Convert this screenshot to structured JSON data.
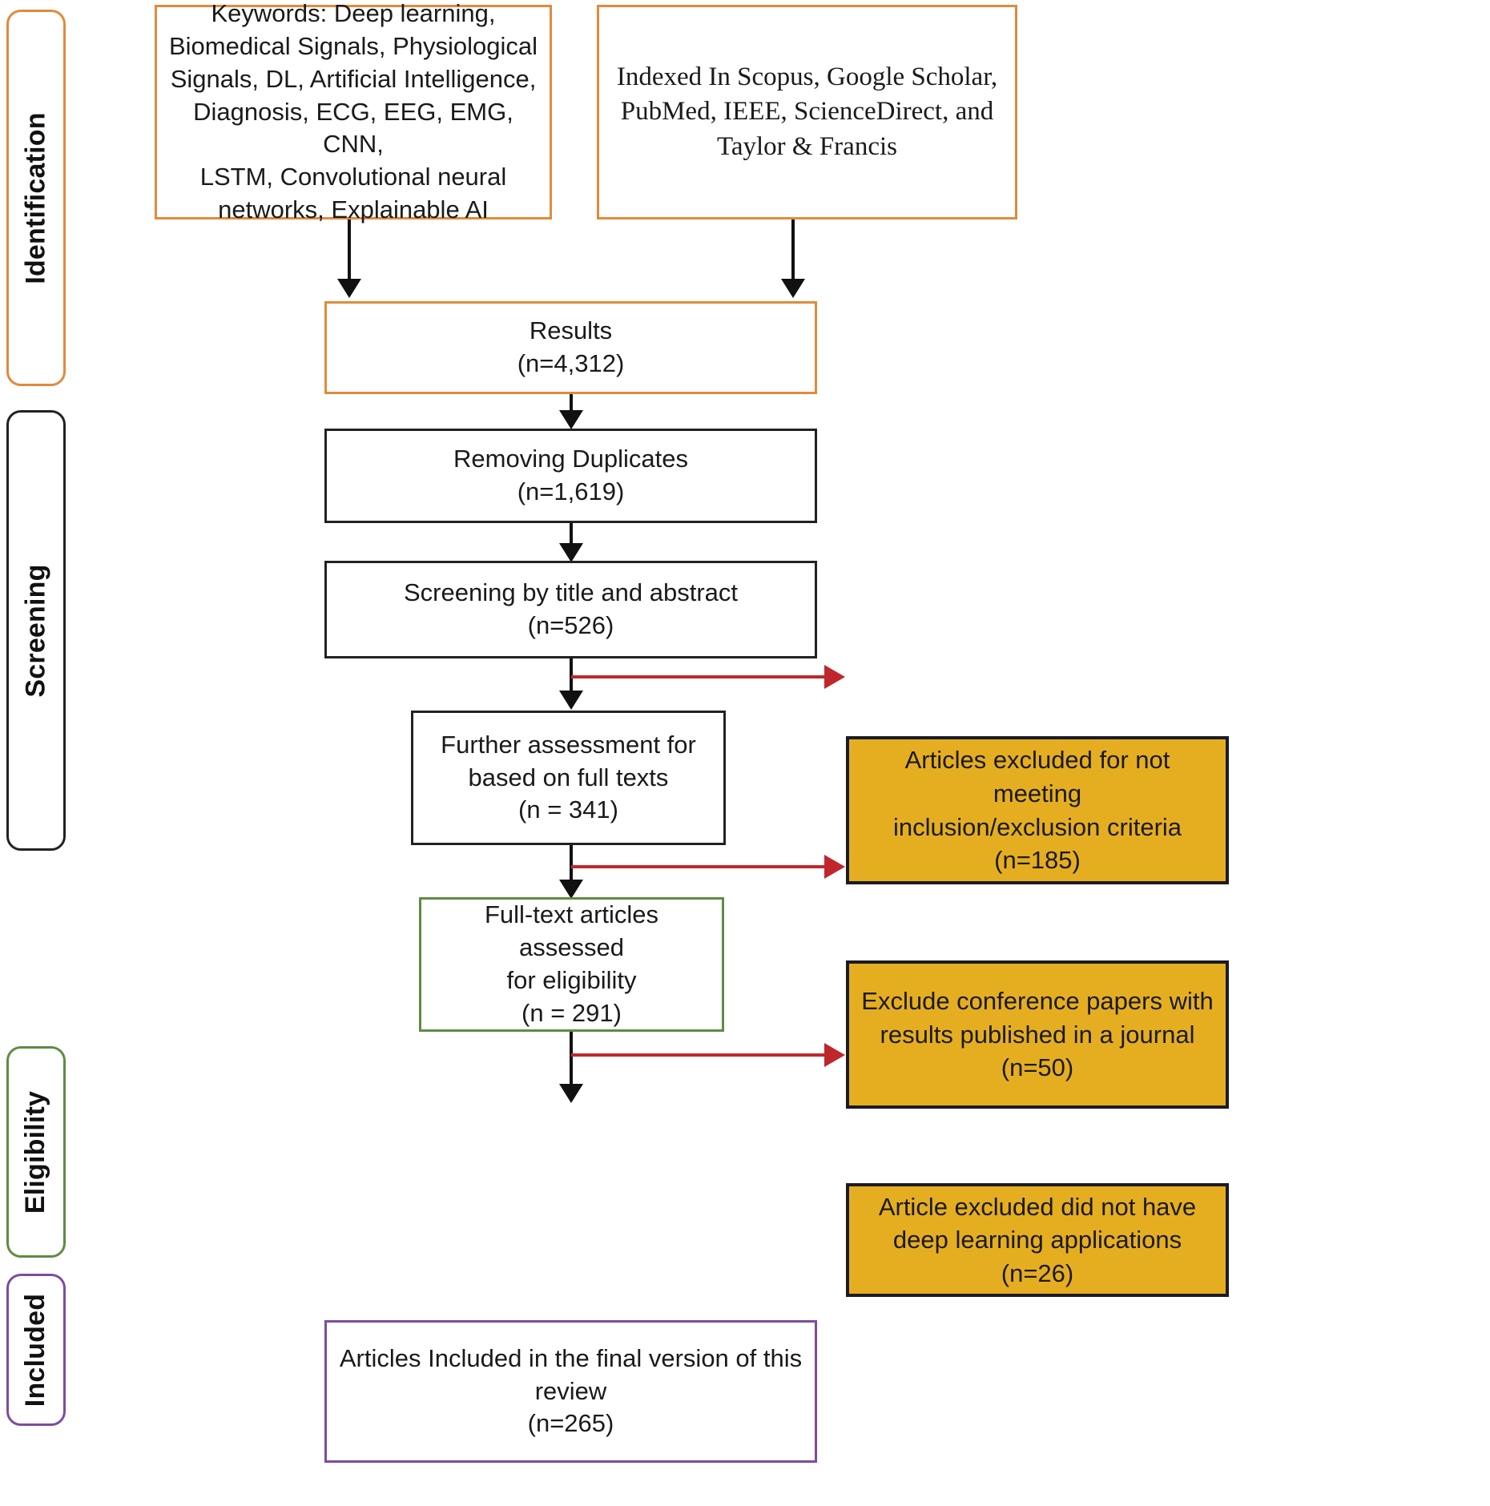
{
  "colors": {
    "identification_border": "#E08B3C",
    "screening_border": "#222222",
    "eligibility_border": "#5E8C43",
    "included_border": "#7C4D9E",
    "gold_fill": "#E5AE21",
    "gold_border": "#1b1b24",
    "red_arrow": "#C0272D",
    "black_arrow": "#111111"
  },
  "stages": [
    {
      "label": "Identification",
      "color": "#E08B3C"
    },
    {
      "label": "Screening",
      "color": "#222222"
    },
    {
      "label": "Eligibility",
      "color": "#5E8C43"
    },
    {
      "label": "Included",
      "color": "#7C4D9E"
    }
  ],
  "boxes": {
    "keywords": {
      "lines": [
        "Keywords: Deep learning,",
        "Biomedical Signals, Physiological",
        "Signals, DL, Artificial Intelligence,",
        "Diagnosis, ECG, EEG, EMG, CNN,",
        "LSTM, Convolutional neural",
        "networks, Explainable AI"
      ]
    },
    "databases": {
      "lines": [
        "Indexed In Scopus, Google Scholar,",
        "PubMed, IEEE, ScienceDirect, and",
        "Taylor & Francis"
      ]
    },
    "results": {
      "lines": [
        "Results",
        "(n=4,312)"
      ]
    },
    "duplicates": {
      "lines": [
        "Removing Duplicates",
        "(n=1,619)"
      ]
    },
    "screening_title_abstract": {
      "lines": [
        "Screening by title and abstract",
        "(n=526)"
      ]
    },
    "further_assessment": {
      "lines": [
        "Further assessment for",
        "based on full texts",
        "(n = 341)"
      ]
    },
    "fulltext_eligibility": {
      "lines": [
        "Full-text articles assessed",
        "for eligibility",
        "(n = 291)"
      ]
    },
    "included_final": {
      "lines": [
        "Articles Included in the final version of this",
        "review",
        "(n=265)"
      ]
    },
    "excluded_criteria": {
      "lines": [
        "Articles excluded for not meeting",
        "inclusion/exclusion criteria",
        "(n=185)"
      ]
    },
    "excluded_conference": {
      "lines": [
        "Exclude conference papers with",
        "results published in a journal",
        "(n=50)"
      ]
    },
    "excluded_nodl": {
      "lines": [
        "Article excluded did not have",
        "deep learning applications (n=26)"
      ]
    }
  },
  "chart_data": {
    "type": "table",
    "title": "PRISMA study selection flow",
    "stages": [
      "Identification",
      "Screening",
      "Eligibility",
      "Included"
    ],
    "counts": [
      {
        "step": "Results",
        "n": 4312
      },
      {
        "step": "Removing Duplicates",
        "n": 1619
      },
      {
        "step": "Screening by title and abstract",
        "n": 526
      },
      {
        "step": "Further assessment for based on full texts",
        "n": 341
      },
      {
        "step": "Full-text articles assessed for eligibility",
        "n": 291
      },
      {
        "step": "Articles Included in the final version of this review",
        "n": 265
      }
    ],
    "exclusions": [
      {
        "reason": "Articles excluded for not meeting inclusion/exclusion criteria",
        "n": 185
      },
      {
        "reason": "Exclude conference papers with results published in a journal",
        "n": 50
      },
      {
        "reason": "Article excluded did not have deep learning applications",
        "n": 26
      }
    ]
  }
}
